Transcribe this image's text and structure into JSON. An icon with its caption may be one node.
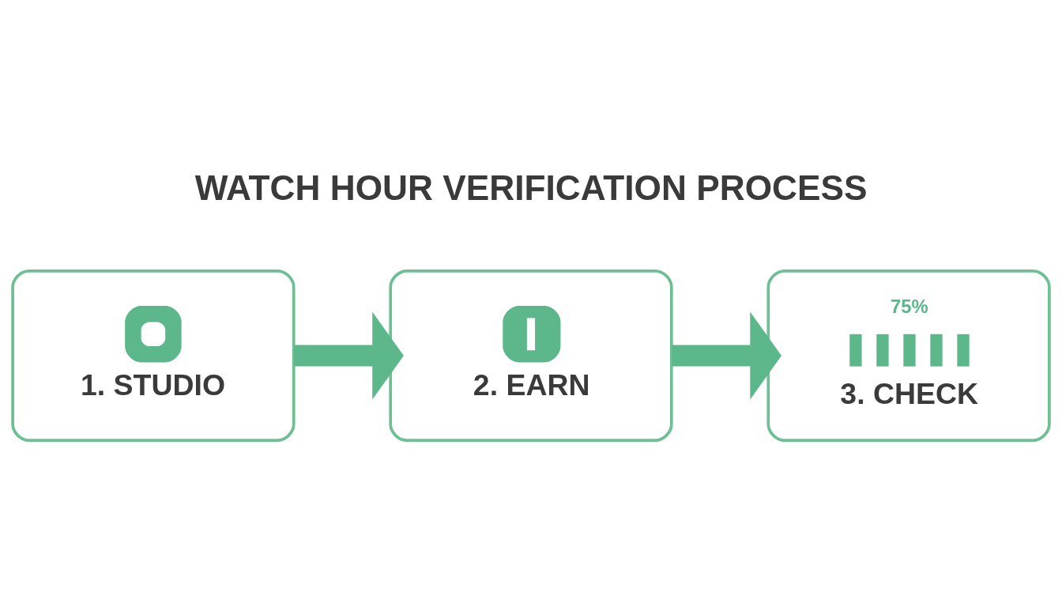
{
  "diagram": {
    "title": "WATCH HOUR VERIFICATION PROCESS",
    "nodes": [
      {
        "text": [
          "1. STUDIO"
        ]
      },
      {
        "text": [
          "2. EARN"
        ]
      },
      {
        "text": [
          "75%",
          "3. CHECK"
        ]
      }
    ],
    "edges": [
      {
        "from": 0,
        "to": 1,
        "arrow": "to"
      },
      {
        "from": 1,
        "to": 2,
        "arrow": "to"
      }
    ]
  }
}
